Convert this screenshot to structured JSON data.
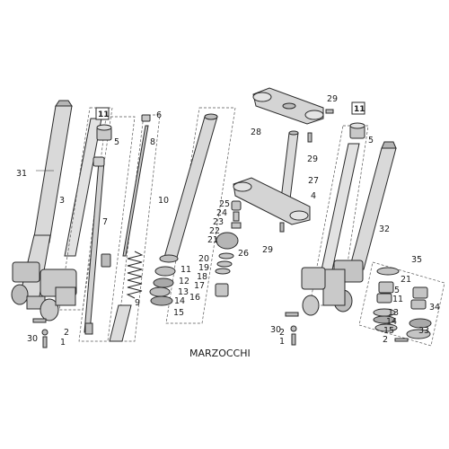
{
  "caption": "MARZOCCHI",
  "boxed_labels": {
    "left": "11",
    "right": "11"
  },
  "callouts": {
    "n31": "31",
    "n3": "3",
    "n5a": "5",
    "n6": "6",
    "n8": "8",
    "n7": "7",
    "n10": "10",
    "n9": "9",
    "n11a": "11",
    "n12a": "12",
    "n13a": "13",
    "n14a": "14",
    "n15a": "15",
    "n30a": "30",
    "n2a": "2",
    "n1a": "1",
    "n25": "25",
    "n24": "24",
    "n23": "23",
    "n22": "22",
    "n21a": "21",
    "n20": "20",
    "n19": "19",
    "n18": "18",
    "n17": "17",
    "n16": "16",
    "n26": "26",
    "n28": "28",
    "n29a": "29",
    "n29b": "29",
    "n29c": "29",
    "n27": "27",
    "n4": "4",
    "n5b": "5",
    "n32": "32",
    "n35": "35",
    "n21b": "21",
    "n5c": "5",
    "n11b": "11",
    "n34": "34",
    "n13b": "13",
    "n14b": "14",
    "n15b": "15",
    "n33": "33",
    "n2b": "2",
    "n30b": "30",
    "n2c": "2",
    "n1b": "1"
  },
  "colors": {
    "line": "#2a2a2a",
    "part_fill": "#d9d9d9",
    "part_dark": "#9a9a9a",
    "dash": "#555555"
  }
}
